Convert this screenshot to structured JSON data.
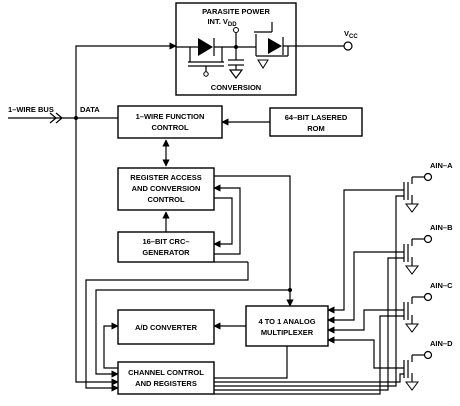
{
  "parasite": {
    "title": "PARASITE POWER",
    "vdd_prefix": "INT. V",
    "vdd_sub": "DD",
    "conversion": "CONVERSION"
  },
  "vcc": {
    "main": "V",
    "sub": "CC"
  },
  "bus": {
    "label": "1–WIRE BUS",
    "data": "DATA"
  },
  "blocks": {
    "onewire": [
      "1–WIRE FUNCTION",
      "CONTROL"
    ],
    "rom": [
      "64–BIT LASERED",
      "ROM"
    ],
    "register": [
      "REGISTER ACCESS",
      "AND CONVERSION",
      "CONTROL"
    ],
    "crc": [
      "16–BIT CRC–",
      "GENERATOR"
    ],
    "adc": [
      "A/D CONVERTER"
    ],
    "mux": [
      "4 TO 1 ANALOG",
      "MULTIPLEXER"
    ],
    "channel": [
      "CHANNEL CONTROL",
      "AND REGISTERS"
    ]
  },
  "inputs": [
    "AIN–A",
    "AIN–B",
    "AIN–C",
    "AIN–D"
  ]
}
